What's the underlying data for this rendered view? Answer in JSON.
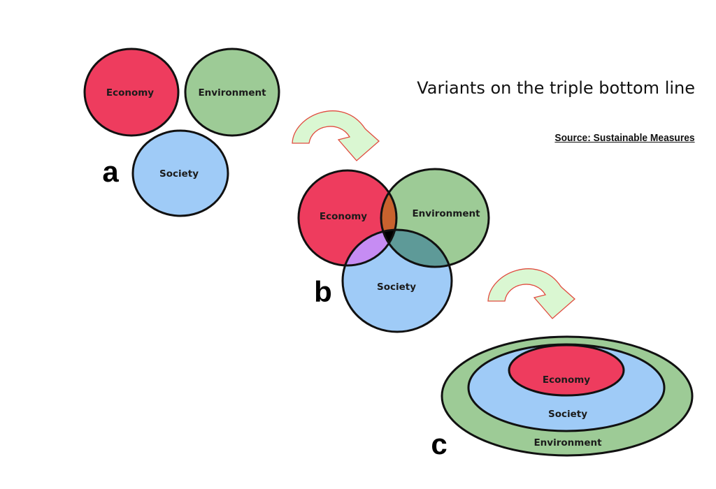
{
  "title": "Variants on the triple bottom line",
  "source": "Source: Sustainable Measures",
  "colors": {
    "economy": "#ee3c5e",
    "environment": "#9dcb96",
    "society": "#9fcbf7",
    "economy_environment": "#c9622e",
    "economy_society": "#c68cf3",
    "environment_society": "#5e9a98",
    "center": "#000000",
    "arrow_fill": "#daf7d2",
    "arrow_stroke": "#e14b3f",
    "outline": "#111111"
  },
  "panels": {
    "a": {
      "letter": "a",
      "economy": "Economy",
      "environment": "Environment",
      "society": "Society"
    },
    "b": {
      "letter": "b",
      "economy": "Economy",
      "environment": "Environment",
      "society": "Society"
    },
    "c": {
      "letter": "c",
      "economy": "Economy",
      "society": "Society",
      "environment": "Environment"
    }
  },
  "arrows": [
    {
      "icon": "curved-arrow-icon"
    },
    {
      "icon": "curved-arrow-icon"
    }
  ]
}
